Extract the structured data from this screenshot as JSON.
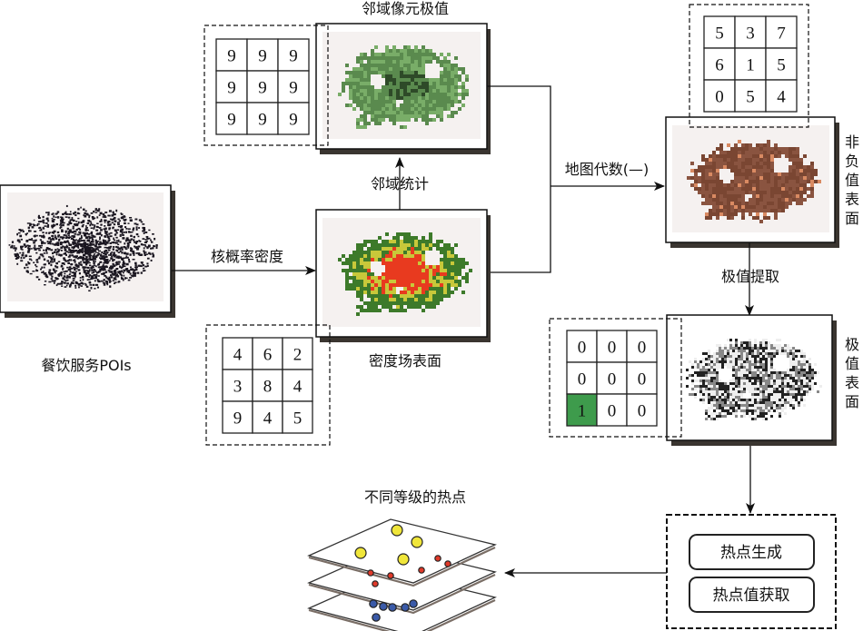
{
  "diagram": {
    "nodes": {
      "poi": {
        "caption": "餐饮服务POIs",
        "map_color": "#1a1620"
      },
      "density": {
        "caption": "密度场表面",
        "map_colors": [
          "#3d7a2a",
          "#c8c83a",
          "#e83a1f"
        ]
      },
      "neighborhood_max": {
        "caption": "邻域像元极值",
        "map_color": "#5a8a4e"
      },
      "nonnegative": {
        "caption": "非负值表面",
        "map_color": "#7a4632"
      },
      "extreme": {
        "caption": "极值表面",
        "map_color": "#555555"
      }
    },
    "edges": {
      "kde": "核概率密度",
      "focal_stats": "邻域统计",
      "map_algebra": "地图代数(—)",
      "extract": "极值提取"
    },
    "grids": {
      "density": [
        [
          "4",
          "6",
          "2"
        ],
        [
          "3",
          "8",
          "4"
        ],
        [
          "9",
          "4",
          "5"
        ]
      ],
      "neighborhood_max": [
        [
          "9",
          "9",
          "9"
        ],
        [
          "9",
          "9",
          "9"
        ],
        [
          "9",
          "9",
          "9"
        ]
      ],
      "nonnegative": [
        [
          "5",
          "3",
          "7"
        ],
        [
          "6",
          "1",
          "5"
        ],
        [
          "0",
          "5",
          "4"
        ]
      ],
      "extreme": [
        [
          "0",
          "0",
          "0"
        ],
        [
          "0",
          "0",
          "0"
        ],
        [
          "1",
          "0",
          "0"
        ]
      ]
    },
    "grid_highlight_color": "#3e9b4c",
    "process_box": {
      "steps": [
        "热点生成",
        "热点值获取"
      ]
    },
    "hotspots": {
      "caption": "不同等级的热点",
      "level_colors": [
        "#f0e63a",
        "#e03a2a",
        "#3a5aa8"
      ]
    }
  }
}
